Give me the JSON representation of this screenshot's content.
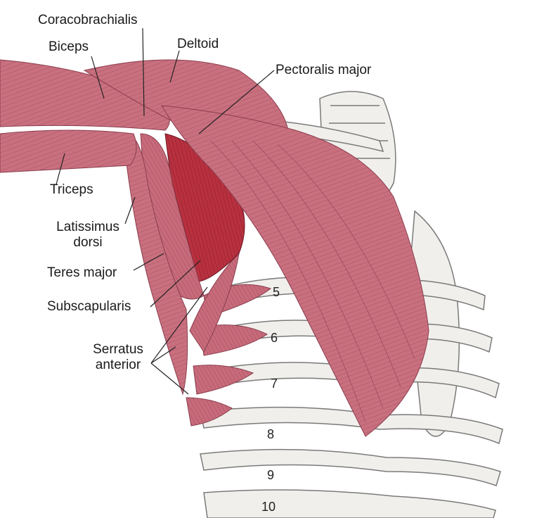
{
  "labels": {
    "coracobrachialis": "Coracobrachialis",
    "biceps": "Biceps",
    "deltoid": "Deltoid",
    "pectoralis_major": "Pectoralis major",
    "triceps": "Triceps",
    "latissimus_dorsi_line1": "Latissimus",
    "latissimus_dorsi_line2": "dorsi",
    "teres_major": "Teres major",
    "subscapularis": "Subscapularis",
    "serratus_line1": "Serratus",
    "serratus_line2": "anterior"
  },
  "rib_numbers": [
    "5",
    "6",
    "7",
    "8",
    "9",
    "10"
  ],
  "colors": {
    "muscle": "#c9707f",
    "muscle_dark": "#a84a5c",
    "muscle_deep": "#b8303f",
    "bone": "#f1efec",
    "bone_line": "#7a7a7a",
    "leader": "#222222"
  }
}
